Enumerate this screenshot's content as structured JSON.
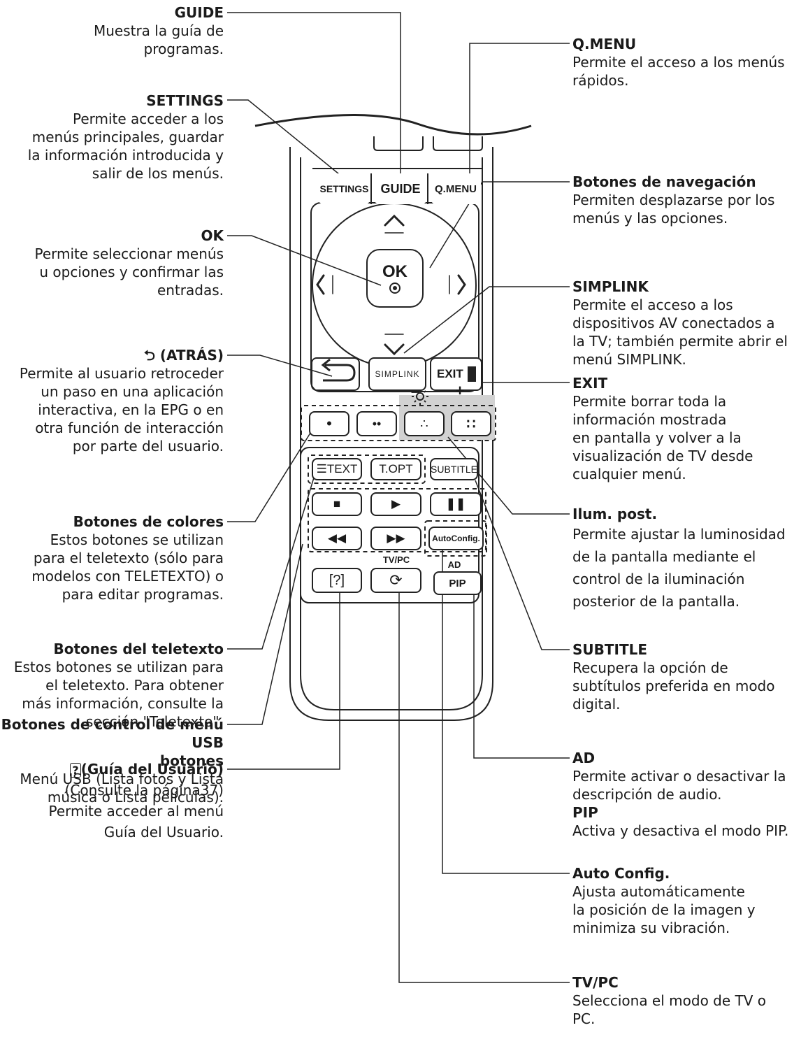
{
  "remote": {
    "settings": "SETTINGS",
    "guide": "GUIDE",
    "qmenu": "Q.MENU",
    "ok": "OK",
    "exit": "EXIT",
    "simplink": "SIMPLINK",
    "text": "TEXT",
    "topt": "T.OPT",
    "subtitle": "SUBTITLE",
    "autoconfig": "AutoConfig.",
    "tvpc": "TV/PC",
    "ad": "AD",
    "pip": "PIP",
    "backlight_minus": "−",
    "backlight_plus": "+"
  },
  "labels": {
    "guide": {
      "title": "GUIDE",
      "desc": "Muestra la guía de\nprogramas."
    },
    "settings": {
      "title": "SETTINGS",
      "desc": "Permite acceder a los\nmenús principales, guardar\nla información introducida y\nsalir de los menús."
    },
    "ok": {
      "title": "OK",
      "desc": "Permite seleccionar menús\nu opciones y confirmar las\nentradas."
    },
    "back": {
      "title": "⮌ (ATRÁS)",
      "desc": "Permite al usuario retroceder\nun paso en una aplicación\ninteractiva, en la EPG o en\notra función de interacción\npor parte del usuario."
    },
    "colors": {
      "title": "Botones de colores",
      "desc": "Estos botones se utilizan\npara el teletexto (sólo para\nmodelos con TELETEXTO) o\npara editar programas."
    },
    "teletext": {
      "title": "Botones del teletexto",
      "desc": "Estos botones se utilizan para\nel teletexto. Para obtener\nmás información, consulte la\nsección \"Teletexto\"."
    },
    "usb": {
      "title": "Botones de control de menú\nUSB\nbotones",
      "desc": "Menú USB (Lista fotos y Lista\nmúsica o Lista películas)."
    },
    "userguide": {
      "title": "(Guía del Usuario)",
      "desc": "(Consulte la página37)\nPermite acceder al menú\nGuía del Usuario."
    },
    "qmenu": {
      "title": "Q.MENU",
      "desc": "Permite el acceso a los menús\nrápidos."
    },
    "nav": {
      "title": "Botones de navegación",
      "desc": "Permiten desplazarse por los\nmenús y las opciones."
    },
    "simplink": {
      "title": "SIMPLINK",
      "desc": "Permite el acceso a los\ndispositivos AV conectados a\nla TV; también permite abrir el\nmenú SIMPLINK."
    },
    "exit": {
      "title": "EXIT",
      "desc": "Permite borrar toda la\ninformación mostrada\nen pantalla y volver a la\nvisualización de TV desde\ncualquier menú."
    },
    "backlight": {
      "title": "Ilum. post.",
      "desc": "Permite ajustar la luminosidad\nde la pantalla mediante el\ncontrol de la iluminación\nposterior de la pantalla."
    },
    "subtitle": {
      "title": "SUBTITLE",
      "desc": "Recupera la opción de\nsubtítulos preferida en modo\ndigital."
    },
    "ad": {
      "title": "AD",
      "desc": "Permite activar o desactivar la\ndescripción de audio."
    },
    "pip": {
      "title": "PIP",
      "desc": "Activa y desactiva el modo PIP."
    },
    "autoconfig": {
      "title": "Auto Config.",
      "desc": "Ajusta automáticamente\nla posición de la imagen y\nminimiza su vibración."
    },
    "tvpc": {
      "title": "TV/PC",
      "desc": "Selecciona el modo de TV o\nPC."
    }
  }
}
